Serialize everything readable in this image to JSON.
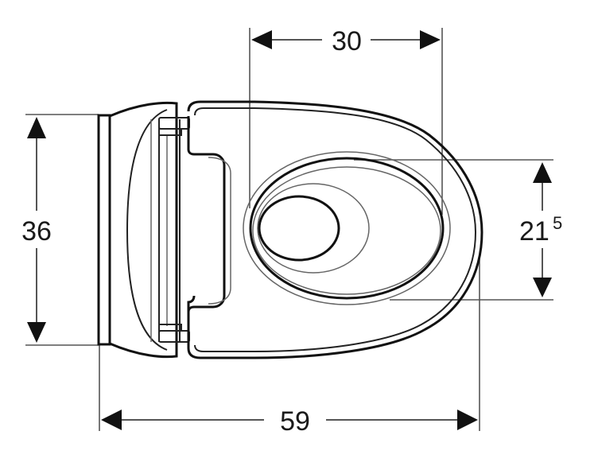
{
  "drawing": {
    "subject": "Wall-hung toilet with seat, top view",
    "units": "cm",
    "colors": {
      "line": "#111111",
      "dimension_line": "#555555",
      "background": "#ffffff"
    }
  },
  "dimensions": {
    "bowl_opening_width": {
      "label": "30",
      "orientation": "horizontal",
      "position": "top"
    },
    "overall_depth": {
      "label": "59",
      "orientation": "horizontal",
      "position": "bottom"
    },
    "overall_width": {
      "label": "36",
      "orientation": "vertical",
      "position": "left"
    },
    "bowl_opening_length": {
      "label": "21",
      "superscript": "5",
      "orientation": "vertical",
      "position": "right"
    }
  }
}
